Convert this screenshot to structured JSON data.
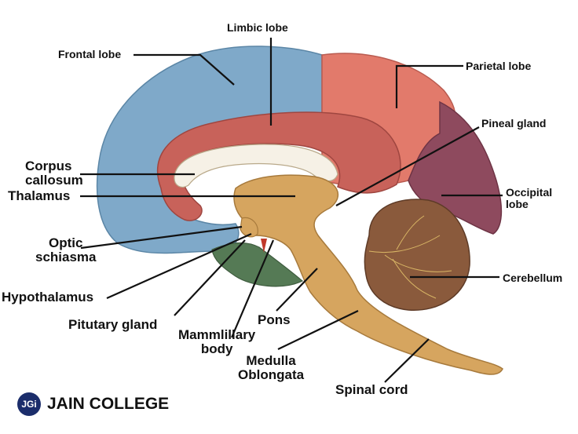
{
  "labels": {
    "frontal_lobe": "Frontal lobe",
    "limbic_lobe": "Limbic lobe",
    "parietal_lobe": "Parietal lobe",
    "pineal_gland": "Pineal gland",
    "corpus_callosum_1": "Corpus",
    "corpus_callosum_2": "callosum",
    "thalamus": "Thalamus",
    "occipital_lobe_1": "Occipital",
    "occipital_lobe_2": "lobe",
    "optic_schiasma_1": "Optic",
    "optic_schiasma_2": "schiasma",
    "cerebellum": "Cerebellum",
    "hypothalamus": "Hypothalamus",
    "pons": "Pons",
    "pituitary_gland": "Pitutary gland",
    "mammillary_body_1": "Mammlillary",
    "mammillary_body_2": "body",
    "medulla_oblongata_1": "Medulla",
    "medulla_oblongata_2": "Oblongata",
    "spinal_cord": "Spinal cord"
  },
  "logo": {
    "badge": "JGi",
    "name": "JAIN COLLEGE"
  },
  "colors": {
    "frontal": "#7fa9c9",
    "limbic": "#c8625a",
    "parietal": "#e27a6b",
    "occipital": "#8e4a5e",
    "temporal_green": "#557a55",
    "brainstem": "#d6a55f",
    "cerebellum": "#8a5a3c",
    "corpus_callosum": "#f6f1e6",
    "leader": "#111111"
  }
}
